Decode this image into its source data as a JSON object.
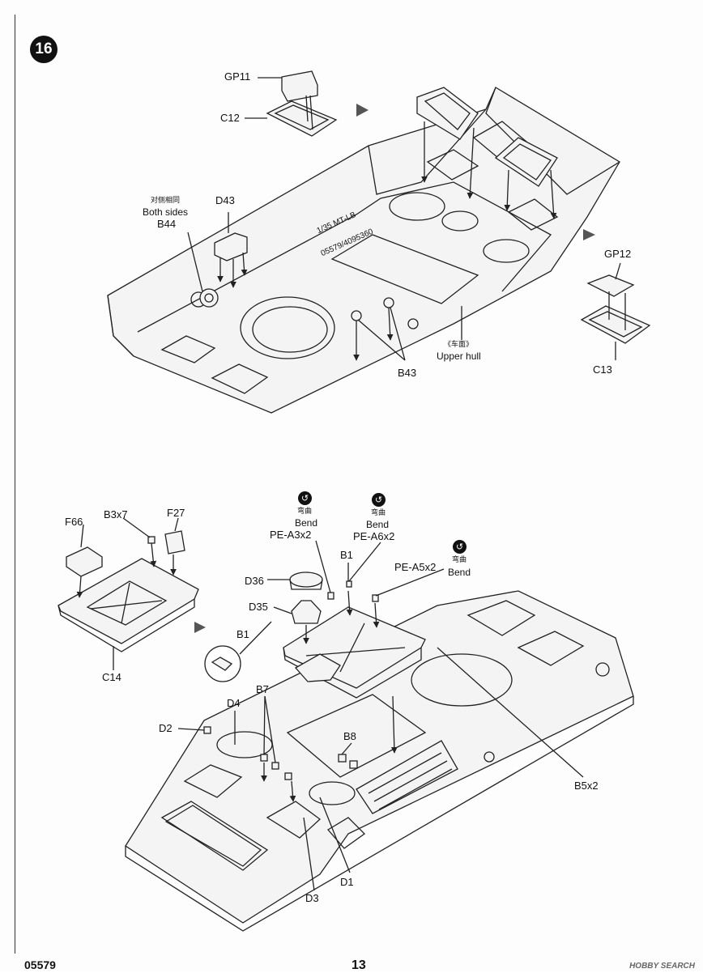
{
  "step": {
    "number": "16"
  },
  "labels": {
    "gp11": "GP11",
    "c12": "C12",
    "d43": "D43",
    "both_sides_cn": "对侧相同",
    "both_sides_en": "Both sides",
    "b44": "B44",
    "gp12": "GP12",
    "c13": "C13",
    "upper_hull_cn": "《车面》",
    "upper_hull_en": "Upper hull",
    "b43": "B43",
    "hull_marking_1": "1/35 MT-LB",
    "hull_marking_2": "05579/4095360",
    "f66": "F66",
    "b3x7": "B3x7",
    "f27": "F27",
    "c14": "C14",
    "bend_cn": "弯曲",
    "bend_en": "Bend",
    "pe_a3x2": "PE-A3x2",
    "pe_a6x2": "PE-A6x2",
    "pe_a5x2": "PE-A5x2",
    "b1_top": "B1",
    "b1_left": "B1",
    "d36": "D36",
    "d35": "D35",
    "d2": "D2",
    "d4": "D4",
    "b7": "B7",
    "b8": "B8",
    "b5x2": "B5x2",
    "d1": "D1",
    "d3": "D3"
  },
  "footer": {
    "code": "05579",
    "page": "13"
  },
  "watermark": "HOBBY SEARCH",
  "icons": [
    "bend-icon",
    "arrow-right-icon"
  ]
}
